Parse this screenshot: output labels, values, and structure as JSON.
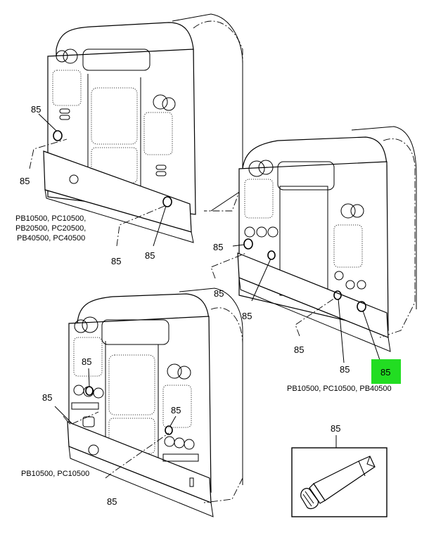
{
  "part_number": "85",
  "callouts": {
    "v1_top": "85",
    "v1_left": "85",
    "v1_bottom": "85",
    "v2_left": "85",
    "v2_leader1": "85",
    "v2_leader2": "85",
    "v2_bottom": "85",
    "v2_bottom_right": "85",
    "v2_highlighted": "85",
    "v3_top_left": "85",
    "v3_left": "85",
    "v3_right": "85",
    "v3_bottom": "85",
    "tube": "85"
  },
  "captions": {
    "v1_line1": "PB10500, PC10500,",
    "v1_line2": "PB20500, PC20500,",
    "v1_line3": "PB40500, PC40500",
    "v2": "PB10500, PC10500, PB40500",
    "v3": "PB10500, PC10500"
  },
  "colors": {
    "highlight": "#22dd22",
    "line": "#000000"
  },
  "icons": [
    "tube-of-sealant-icon"
  ]
}
